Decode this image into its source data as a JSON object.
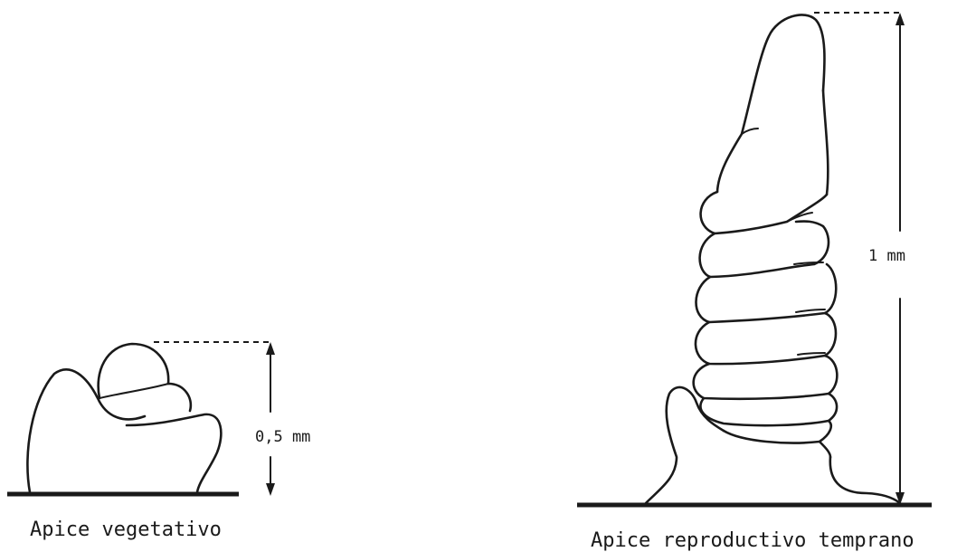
{
  "figure": {
    "vegetative": {
      "caption": "Apice vegetativo",
      "measure": "0,5 mm"
    },
    "reproductive": {
      "caption": "Apice reproductivo temprano",
      "measure": "1 mm"
    }
  }
}
